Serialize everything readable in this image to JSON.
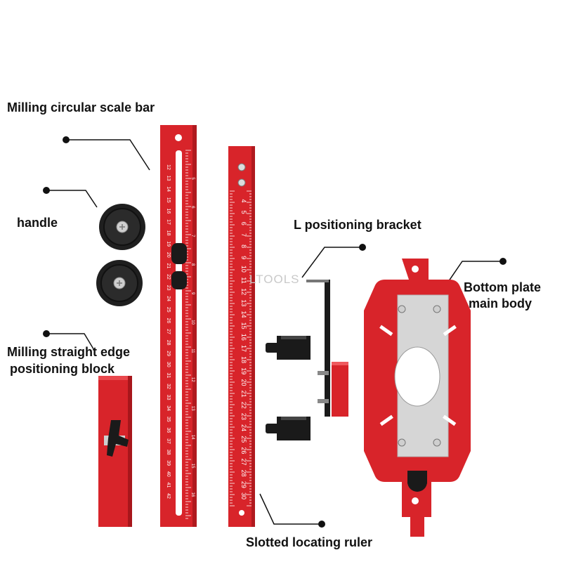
{
  "labels": {
    "scale_bar": "Milling circular scale bar",
    "handle": "handle",
    "l_bracket": "L positioning bracket",
    "bottom_plate_line1": "Bottom plate",
    "bottom_plate_line2": "main body",
    "straight_edge_line1": "Milling straight edge",
    "straight_edge_line2": "positioning block",
    "slotted_ruler": "Slotted locating ruler"
  },
  "watermark": "LTOOLS",
  "colors": {
    "product_red": "#d8242a",
    "product_red_dark": "#a8161b",
    "knob_black": "#1a1a1a",
    "metal_silver": "#d9d9d9",
    "leader_line": "#111111"
  },
  "scale_bar_numbers": [
    "12",
    "13",
    "14",
    "15",
    "16",
    "17",
    "18",
    "19",
    "20",
    "21",
    "22",
    "23",
    "24",
    "25",
    "26",
    "27",
    "28",
    "29",
    "30",
    "31",
    "32",
    "33",
    "34",
    "35",
    "36",
    "37",
    "38",
    "39",
    "40",
    "41",
    "42"
  ],
  "scale_bar_small_numbers": [
    "5",
    "6",
    "7",
    "8",
    "9",
    "10",
    "11",
    "12",
    "13",
    "14",
    "15",
    "16"
  ],
  "slotted_ruler_numbers": [
    "4",
    "5",
    "6",
    "7",
    "8",
    "9",
    "10",
    "11",
    "12",
    "13",
    "14",
    "15",
    "16",
    "17",
    "18",
    "19",
    "20",
    "21",
    "22",
    "23",
    "24",
    "25",
    "26",
    "27",
    "28",
    "29",
    "30"
  ]
}
